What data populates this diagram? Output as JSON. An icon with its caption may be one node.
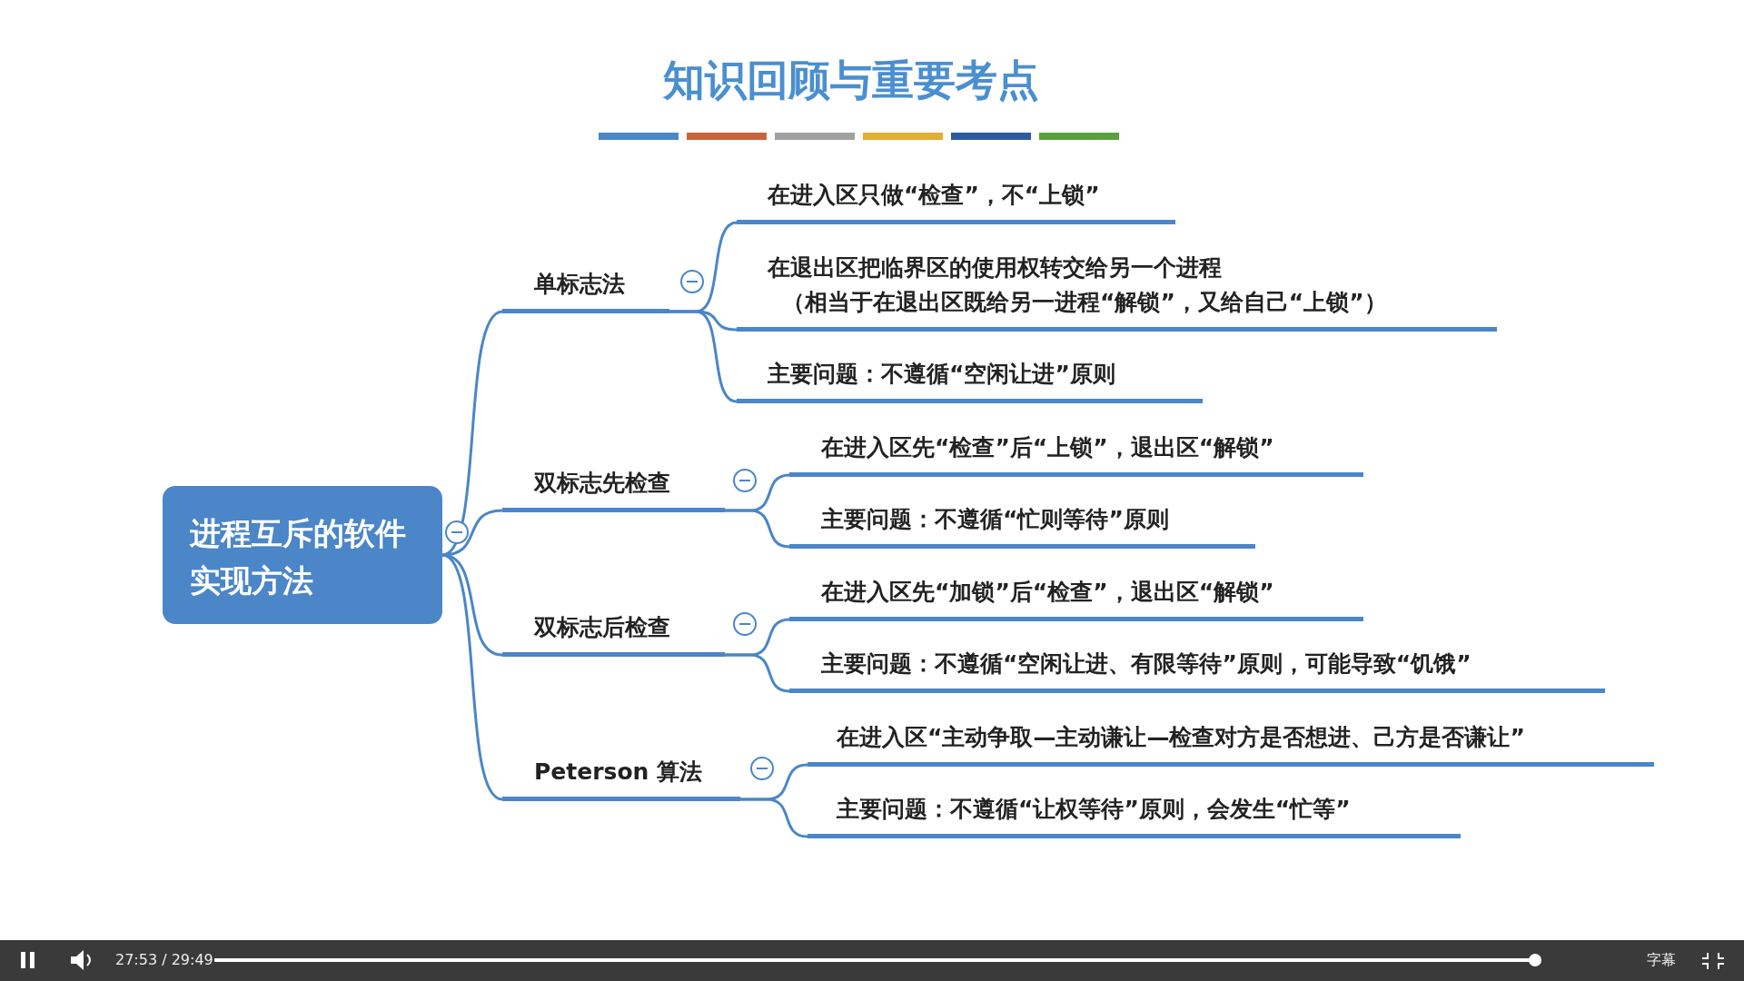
{
  "diagram": {
    "title": "知识回顾与重要考点",
    "nodes": [
      {
        "text": [
          "进程互斥的软件实现方法"
        ]
      },
      {
        "text": [
          "单标志法"
        ]
      },
      {
        "text": [
          "在进入区只做“检查”，不“上锁”"
        ]
      },
      {
        "text": [
          "在退出区把临界区的使用权转交给另一个进程",
          "（相当于在退出区既给另一进程“解锁”，又给自己“上锁”）"
        ]
      },
      {
        "text": [
          "主要问题：不遵循“空闲让进”原则"
        ]
      },
      {
        "text": [
          "双标志先检查"
        ]
      },
      {
        "text": [
          "在进入区先“检查”后“上锁”，退出区“解锁”"
        ]
      },
      {
        "text": [
          "主要问题：不遵循“忙则等待”原则"
        ]
      },
      {
        "text": [
          "双标志后检查"
        ]
      },
      {
        "text": [
          "在进入区先“加锁”后“检查”，退出区“解锁”"
        ]
      },
      {
        "text": [
          "主要问题：不遵循“空闲让进、有限等待”原则，可能导致“饥饿”"
        ]
      },
      {
        "text": [
          "Peterson 算法"
        ]
      },
      {
        "text": [
          "在进入区“主动争取—主动谦让—检查对方是否想进、己方是否谦让”"
        ]
      },
      {
        "text": [
          "主要问题：不遵循“让权等待”原则，会发生“忙等”"
        ]
      }
    ],
    "edges": [
      {
        "from": 0,
        "to": 1,
        "arrow": "none"
      },
      {
        "from": 1,
        "to": 2,
        "arrow": "none"
      },
      {
        "from": 1,
        "to": 3,
        "arrow": "none"
      },
      {
        "from": 1,
        "to": 4,
        "arrow": "none"
      },
      {
        "from": 0,
        "to": 5,
        "arrow": "none"
      },
      {
        "from": 5,
        "to": 6,
        "arrow": "none"
      },
      {
        "from": 5,
        "to": 7,
        "arrow": "none"
      },
      {
        "from": 0,
        "to": 8,
        "arrow": "none"
      },
      {
        "from": 8,
        "to": 9,
        "arrow": "none"
      },
      {
        "from": 8,
        "to": 10,
        "arrow": "none"
      },
      {
        "from": 0,
        "to": 11,
        "arrow": "none"
      },
      {
        "from": 11,
        "to": 12,
        "arrow": "none"
      },
      {
        "from": 11,
        "to": 13,
        "arrow": "none"
      }
    ],
    "labels": [
      "27:53 / 29:49",
      "字幕"
    ]
  }
}
